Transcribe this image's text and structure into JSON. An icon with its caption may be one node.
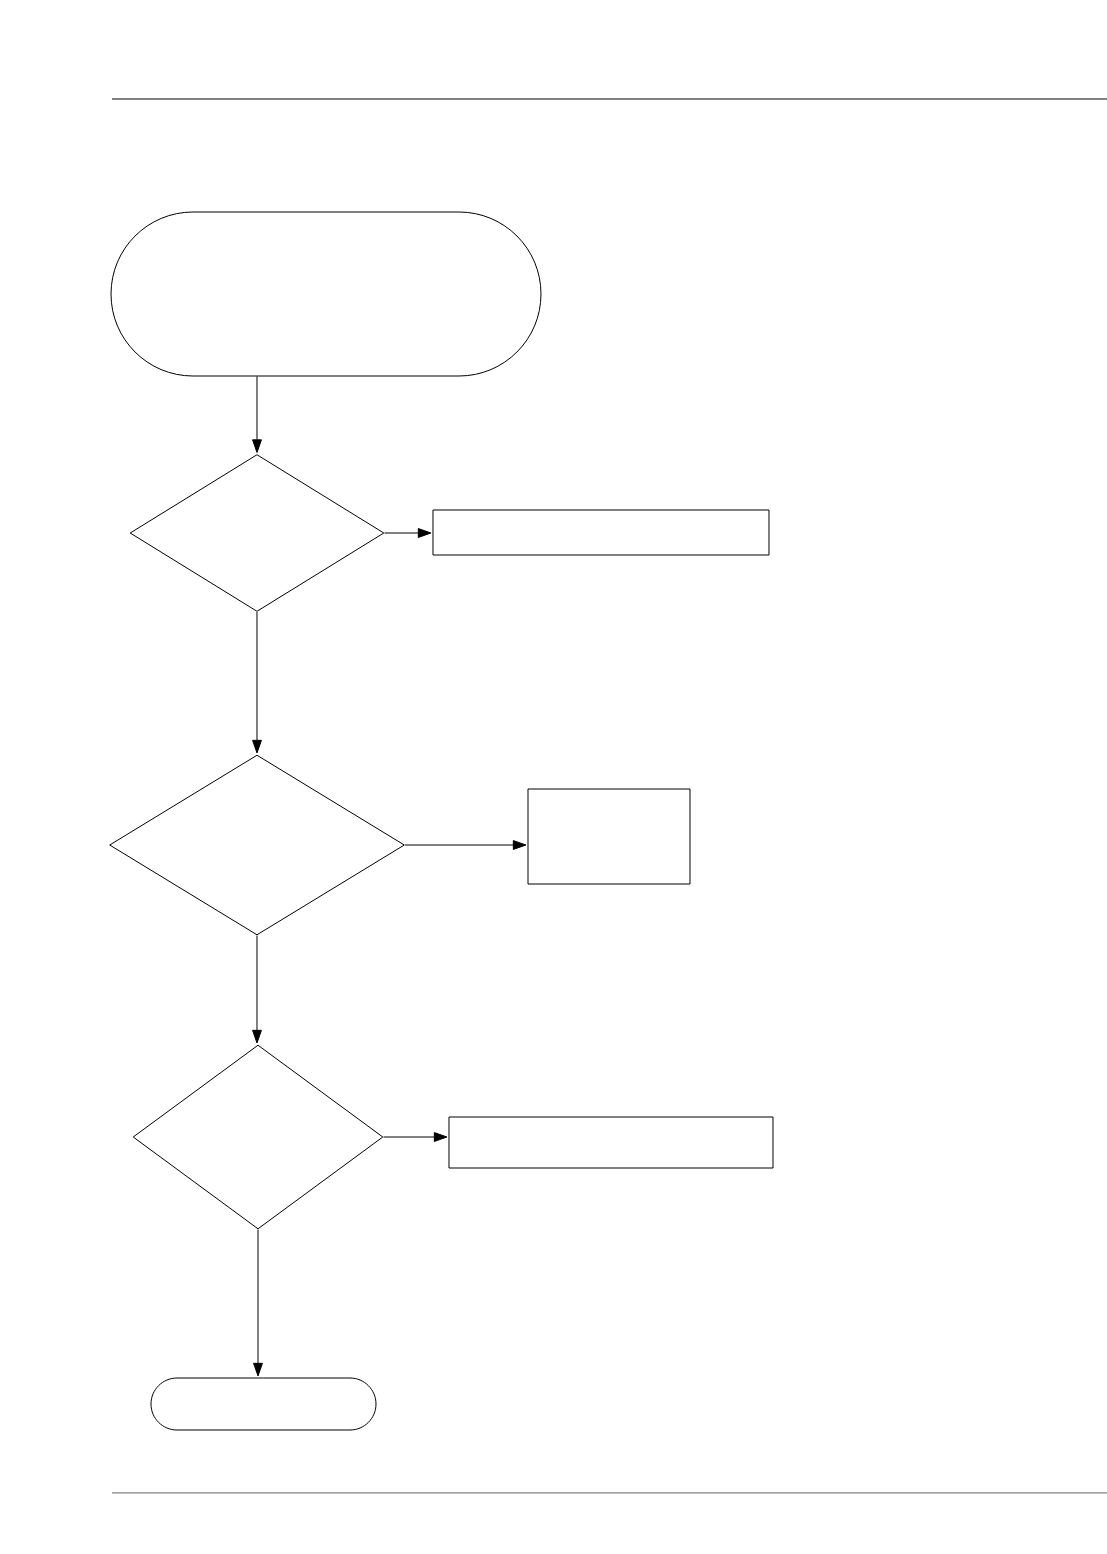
{
  "diagram": {
    "nodes": [
      {
        "text": [],
        "shape": "oval"
      },
      {
        "text": [],
        "shape": "diamond"
      },
      {
        "text": [],
        "shape": "box"
      },
      {
        "text": [],
        "shape": "diamond"
      },
      {
        "text": [],
        "shape": "box"
      },
      {
        "text": [],
        "shape": "diamond"
      },
      {
        "text": [],
        "shape": "box"
      },
      {
        "text": [],
        "shape": "oval"
      }
    ],
    "edges": [
      {
        "from": 0,
        "to": 1,
        "arrow": "to"
      },
      {
        "from": 1,
        "to": 2,
        "arrow": "to"
      },
      {
        "from": 1,
        "to": 3,
        "arrow": "to"
      },
      {
        "from": 3,
        "to": 4,
        "arrow": "to"
      },
      {
        "from": 3,
        "to": 5,
        "arrow": "to"
      },
      {
        "from": 5,
        "to": 6,
        "arrow": "to"
      },
      {
        "from": 5,
        "to": 7,
        "arrow": "to"
      }
    ]
  }
}
